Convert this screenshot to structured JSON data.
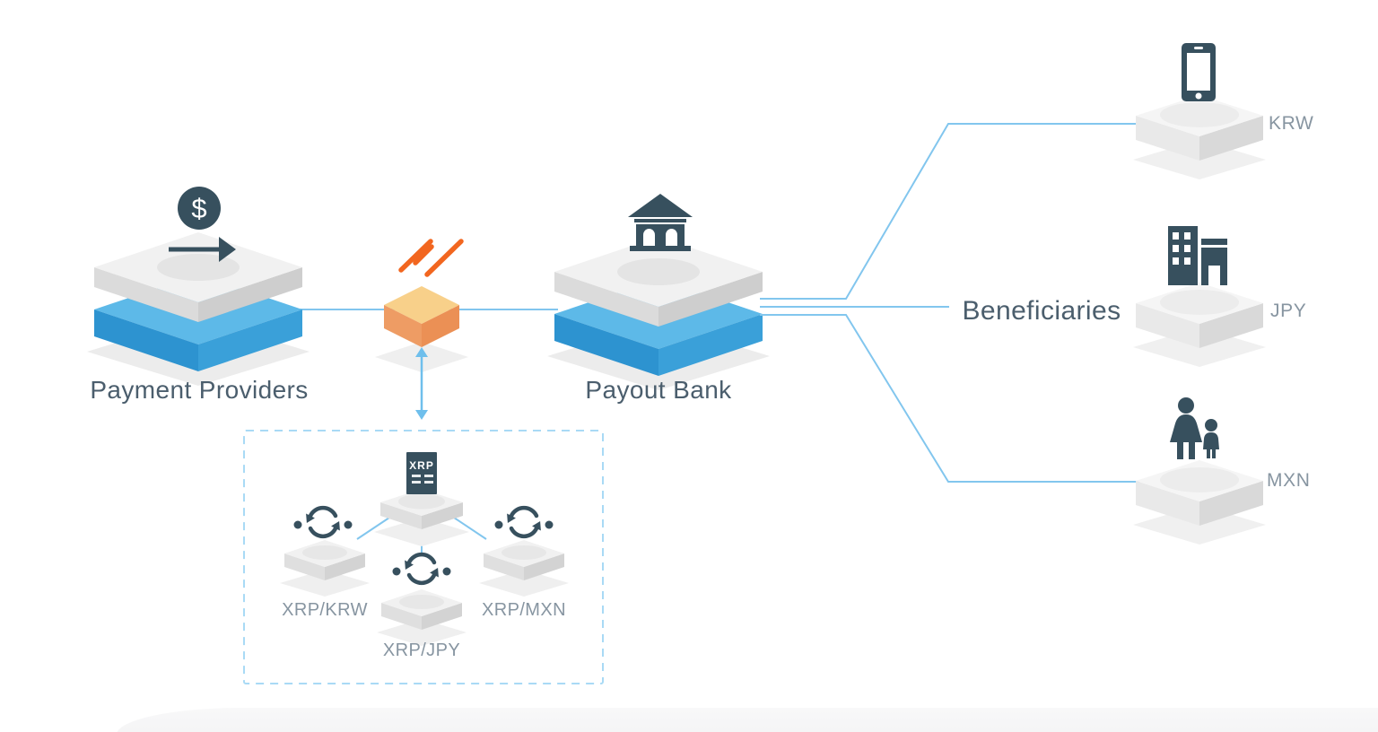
{
  "palette": {
    "slate": "#37505e",
    "label_text": "#4b5e6d",
    "currency_text": "#8795a1",
    "line_blue": "#82c6ee",
    "arrow_blue": "#6fbfec",
    "dashed_border": "#a9daf5",
    "slab_blue_top": "#5db9e8",
    "slab_blue_side_left": "#2d93d0",
    "slab_blue_side_right": "#3aa0d9",
    "cube_top": "#f8d08a",
    "cube_side_left": "#ee9c64",
    "cube_side_right": "#eb9055",
    "slash_orange": "#f2661f"
  },
  "nodes": {
    "payment_providers": {
      "label": "Payment Providers"
    },
    "payout_bank": {
      "label": "Payout Bank"
    },
    "beneficiaries_group": {
      "label": "Beneficiaries"
    },
    "beneficiary_krw": {
      "label": "KRW"
    },
    "beneficiary_jpy": {
      "label": "JPY"
    },
    "beneficiary_mxn": {
      "label": "MXN"
    }
  },
  "fx_box": {
    "ledger": {
      "label": "XRP"
    },
    "pairs": [
      {
        "label": "XRP/KRW"
      },
      {
        "label": "XRP/JPY"
      },
      {
        "label": "XRP/MXN"
      }
    ]
  },
  "icons": {
    "dollar-circle-icon": "$",
    "arrow-right-icon": "money flow right",
    "speed-lines-icon": "///",
    "bank-icon": "bank",
    "up-down-arrow-icon": "vertical double arrow",
    "xrp-document-icon": "XRP ledger document",
    "exchange-icon": "currency exchange",
    "phone-icon": "mobile phone",
    "building-icon": "office building",
    "family-icon": "woman and child"
  }
}
